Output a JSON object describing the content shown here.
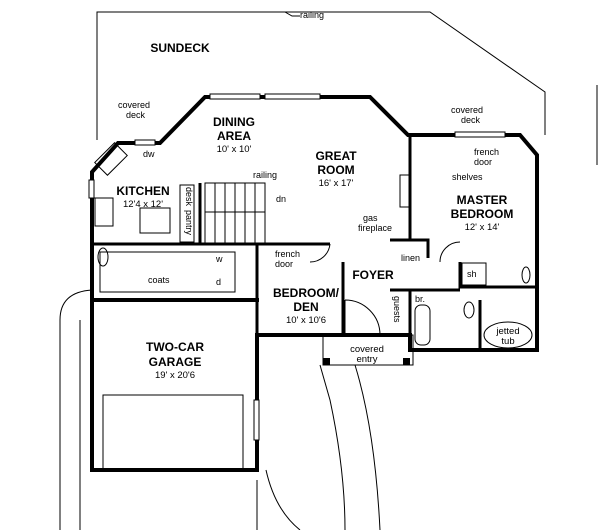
{
  "plan": {
    "sundeck": "SUNDECK",
    "railing_top": "railing",
    "covered_deck_left": [
      "covered",
      "deck"
    ],
    "covered_deck_right": [
      "covered",
      "deck"
    ],
    "dw": "dw",
    "dining": {
      "name": "DINING",
      "name2": "AREA",
      "size": "10' x 10'"
    },
    "great_room": {
      "name": "GREAT",
      "name2": "ROOM",
      "size": "16' x 17'"
    },
    "kitchen": {
      "name": "KITCHEN",
      "size": "12'4 x 12'"
    },
    "desk": "desk",
    "pantry": "pantry",
    "railing_stairs": "railing",
    "dn": "dn",
    "french_door_den": [
      "french",
      "door"
    ],
    "french_door_master": [
      "french",
      "door"
    ],
    "gas_fireplace": [
      "gas",
      "fireplace"
    ],
    "shelves": "shelves",
    "master": {
      "name": "MASTER",
      "name2": "BEDROOM",
      "size": "12' x 14'"
    },
    "linen": "linen",
    "foyer": "FOYER",
    "sh": "sh",
    "br": "br.",
    "guests": "guests",
    "coats": "coats",
    "w": "w",
    "d": "d",
    "den": {
      "name": "BEDROOM/",
      "name2": "DEN",
      "size": "10' x 10'6"
    },
    "garage": {
      "name": "TWO-CAR",
      "name2": "GARAGE",
      "size": "19' x 20'6"
    },
    "covered_entry": [
      "covered",
      "entry"
    ],
    "jetted_tub": [
      "jetted",
      "tub"
    ]
  }
}
